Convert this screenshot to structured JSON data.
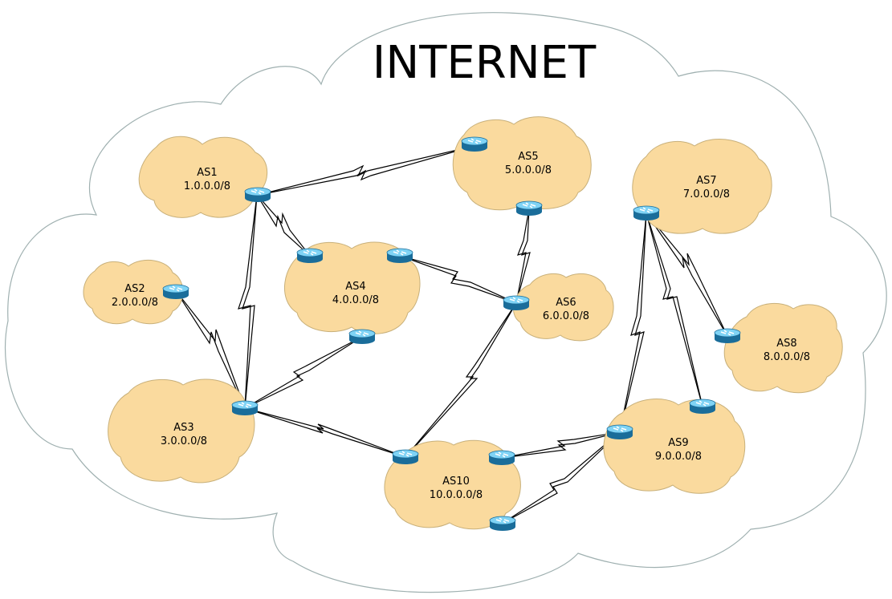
{
  "title": "INTERNET",
  "colors": {
    "cloud_fill": "#FADA9E",
    "cloud_stroke": "#C8B07A",
    "internet_stroke": "#9FB0B0",
    "router_top": "#7FD3F5",
    "router_side": "#1A6D9A",
    "link": "#000000"
  },
  "autonomous_systems": [
    {
      "id": "as1",
      "name": "AS1",
      "prefix": "1.0.0.0/8"
    },
    {
      "id": "as2",
      "name": "AS2",
      "prefix": "2.0.0.0/8"
    },
    {
      "id": "as3",
      "name": "AS3",
      "prefix": "3.0.0.0/8"
    },
    {
      "id": "as4",
      "name": "AS4",
      "prefix": "4.0.0.0/8"
    },
    {
      "id": "as5",
      "name": "AS5",
      "prefix": "5.0.0.0/8"
    },
    {
      "id": "as6",
      "name": "AS6",
      "prefix": "6.0.0.0/8"
    },
    {
      "id": "as7",
      "name": "AS7",
      "prefix": "7.0.0.0/8"
    },
    {
      "id": "as8",
      "name": "AS8",
      "prefix": "8.0.0.0/8"
    },
    {
      "id": "as9",
      "name": "AS9",
      "prefix": "9.0.0.0/8"
    },
    {
      "id": "as10",
      "name": "AS10",
      "prefix": "10.0.0.0/8"
    }
  ],
  "links": [
    [
      "as1",
      "as5"
    ],
    [
      "as1",
      "as4"
    ],
    [
      "as1",
      "as3"
    ],
    [
      "as2",
      "as3"
    ],
    [
      "as3",
      "as4"
    ],
    [
      "as3",
      "as10"
    ],
    [
      "as4",
      "as6"
    ],
    [
      "as5",
      "as6"
    ],
    [
      "as6",
      "as10"
    ],
    [
      "as7",
      "as8"
    ],
    [
      "as7",
      "as9"
    ],
    [
      "as7",
      "as9"
    ],
    [
      "as10",
      "as9"
    ],
    [
      "as10",
      "as9"
    ]
  ]
}
